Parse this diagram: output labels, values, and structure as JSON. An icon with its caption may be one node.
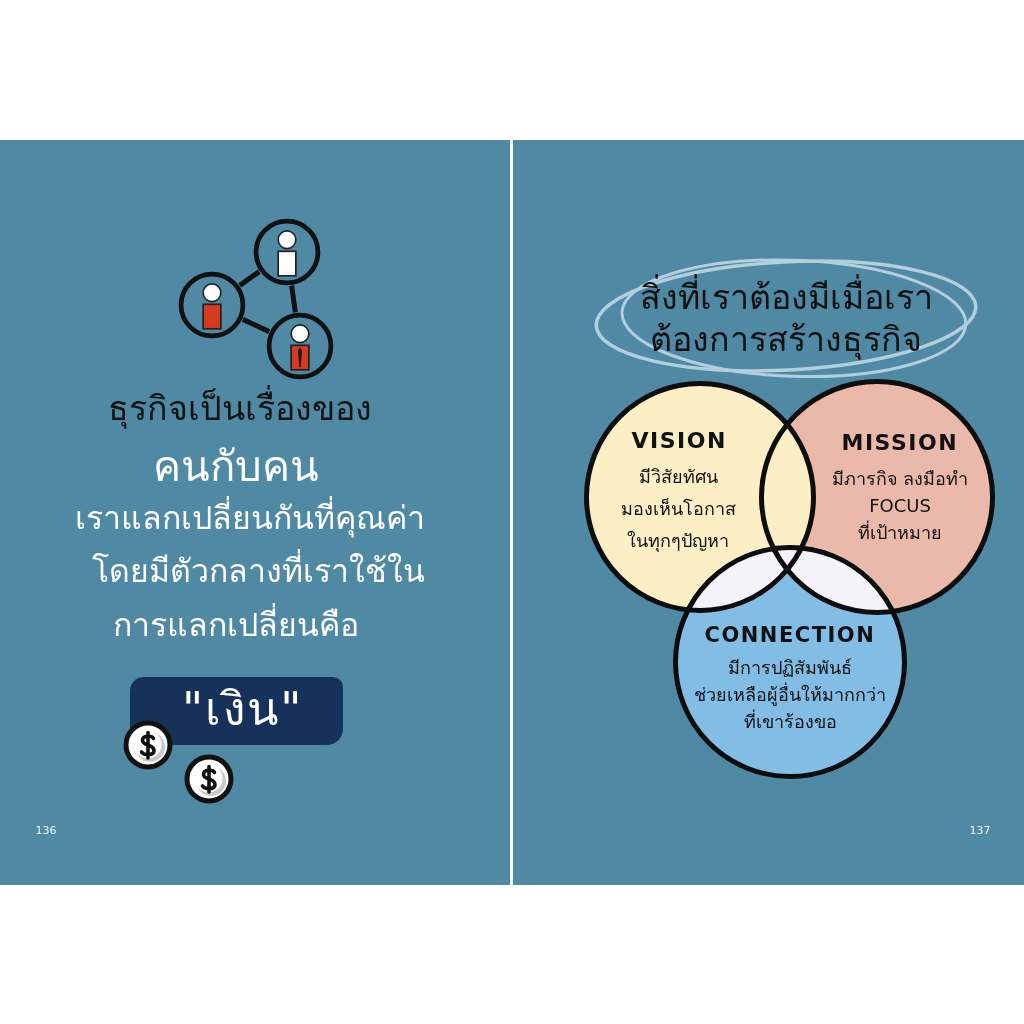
{
  "diagram": {
    "nodes": [
      {
        "text": [],
        "shape": "person"
      },
      {
        "text": [],
        "shape": "person"
      },
      {
        "text": [],
        "shape": "person"
      },
      {
        "text": [
          "\"เงิน\""
        ]
      },
      {
        "text": [
          "สิ่งที่เราต้องมีเมื่อเราต้องการสร้างธุรกิจ"
        ]
      },
      {
        "text": [
          "VISION",
          "มีวิสัยทัศน มองเห็นโอกาส ในทุกๆปัญหา"
        ]
      },
      {
        "text": [
          "MISSION",
          "มีภารกิจ ลงมือทำ FOCUS ที่เป้าหมาย"
        ]
      },
      {
        "text": [
          "CONNECTION",
          "มีการปฏิสัมพันธ์ ช่วยเหลือผู้อื่นให้มากกว่า ที่เขาร้องขอ"
        ]
      }
    ],
    "edges": [
      {
        "from": 1,
        "to": 0,
        "arrow": "none"
      },
      {
        "from": 0,
        "to": 2,
        "arrow": "none"
      },
      {
        "from": 1,
        "to": 2,
        "arrow": "none"
      }
    ],
    "labels": [
      "ธุรกิจเป็นเรื่องของ",
      "คนกับคน",
      "เราแลกเปลี่ยนกันที่คุณค่า",
      "โดยมีตัวกลางที่เราใช้ใน",
      "การแลกเปลี่ยนคือ",
      "136",
      "137"
    ]
  }
}
